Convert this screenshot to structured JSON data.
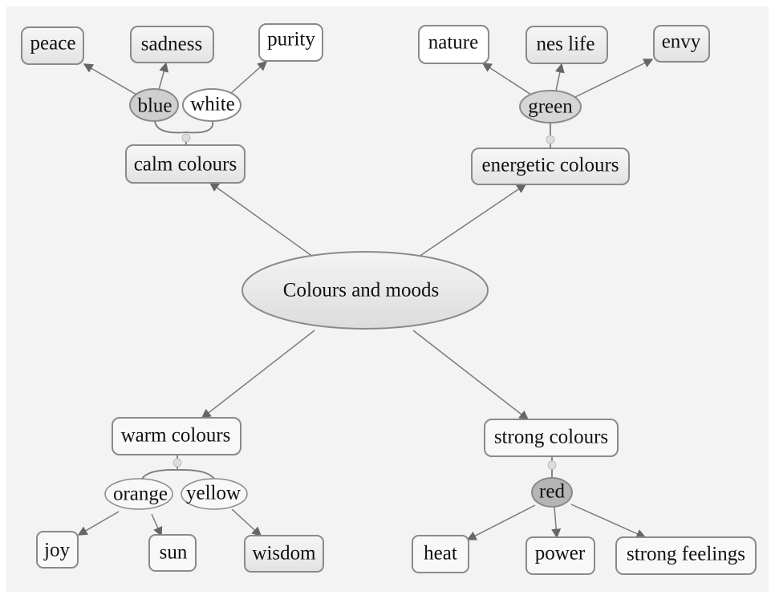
{
  "diagram": {
    "center": "Colours and moods",
    "groups": [
      {
        "label": "calm colours",
        "colours": [
          "blue",
          "white"
        ],
        "moods": [
          "peace",
          "sadness",
          "purity"
        ]
      },
      {
        "label": "energetic colours",
        "colours": [
          "green"
        ],
        "moods": [
          "nature",
          "nes life",
          "envy"
        ]
      },
      {
        "label": "warm colours",
        "colours": [
          "orange",
          "yellow"
        ],
        "moods": [
          "joy",
          "sun",
          "wisdom"
        ]
      },
      {
        "label": "strong colours",
        "colours": [
          "red"
        ],
        "moods": [
          "heat",
          "power",
          "strong feelings"
        ]
      }
    ]
  },
  "colors": {
    "canvas": "#f3f3f3",
    "node_fill": "#f8f8f8",
    "shaded_fill": "#e4e4e4",
    "blue_fill": "#cfcfcf",
    "red_fill": "#b5b5b5",
    "border": "#8a8a8a"
  }
}
